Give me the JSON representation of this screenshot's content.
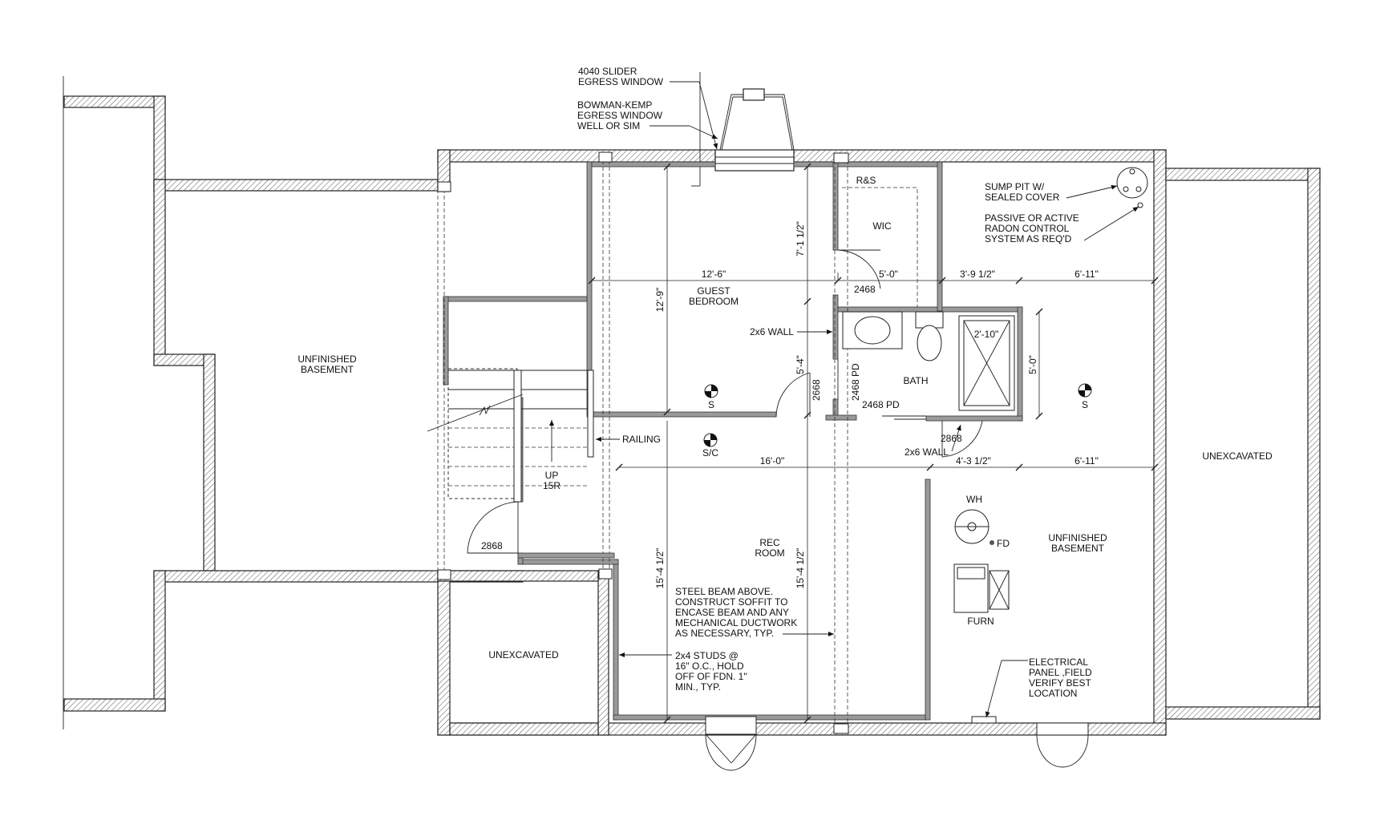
{
  "annotations": {
    "slider_window": [
      "4040 SLIDER",
      "EGRESS WINDOW"
    ],
    "window_well": [
      "BOWMAN-KEMP",
      "EGRESS WINDOW",
      "WELL OR SIM"
    ],
    "sump_pit": [
      "SUMP PIT W/",
      "SEALED COVER"
    ],
    "radon": [
      "PASSIVE OR ACTIVE",
      "RADON CONTROL",
      "SYSTEM AS REQ'D"
    ],
    "steel_beam": [
      "STEEL BEAM ABOVE.",
      "CONSTRUCT SOFFIT TO",
      "ENCASE BEAM AND ANY",
      "MECHANICAL DUCTWORK",
      "AS NECESSARY, TYP."
    ],
    "studs": [
      "2x4 STUDS @",
      "16\" O.C., HOLD",
      "OFF OF FDN. 1\"",
      "MIN., TYP."
    ],
    "electrical": [
      "ELECTRICAL",
      "PANEL ,FIELD",
      "VERIFY BEST",
      "LOCATION"
    ],
    "railing": "RAILING",
    "wall_2x6_a": "2x6 WALL",
    "wall_2x6_b": "2x6 WALL"
  },
  "rooms": {
    "unfinished_left": [
      "UNFINISHED",
      "BASEMENT"
    ],
    "guest_bedroom": [
      "GUEST",
      "BEDROOM"
    ],
    "rec_room": [
      "REC",
      "ROOM"
    ],
    "wic": "WIC",
    "rs": "R&S",
    "bath": "BATH",
    "unexcavated_right": "UNEXCAVATED",
    "unexcavated_bottom": "UNEXCAVATED",
    "unfinished_right": [
      "UNFINISHED",
      "BASEMENT"
    ],
    "stair": [
      "UP",
      "15R"
    ]
  },
  "fixtures": {
    "wh": "WH",
    "fd": "FD",
    "furn": "FURN",
    "smoke": "S",
    "smoke_co": "S/C"
  },
  "doors": {
    "d2468": "2468",
    "d2668": "2668",
    "d2868_stair": "2868",
    "d2868_bath": "2868",
    "pd_vertical": "2468 PD",
    "pd_horizontal": "2468 PD"
  },
  "dimensions": {
    "d_12_6": "12'-6\"",
    "d_5_0_h": "5'-0\"",
    "d_3_9_half": "3'-9 1/2\"",
    "d_6_11_top": "6'-11\"",
    "d_16_0": "16'-0\"",
    "d_4_3_half": "4'-3 1/2\"",
    "d_6_11_bot": "6'-11\"",
    "d_2_10": "2'-10\"",
    "d_7_1_half": "7'-1 1/2\"",
    "d_12_9": "12'-9\"",
    "d_5_4": "5'-4\"",
    "d_5_0_v": "5'-0\"",
    "d_15_4_left": "15'-4 1/2\"",
    "d_15_4_right": "15'-4 1/2\""
  }
}
